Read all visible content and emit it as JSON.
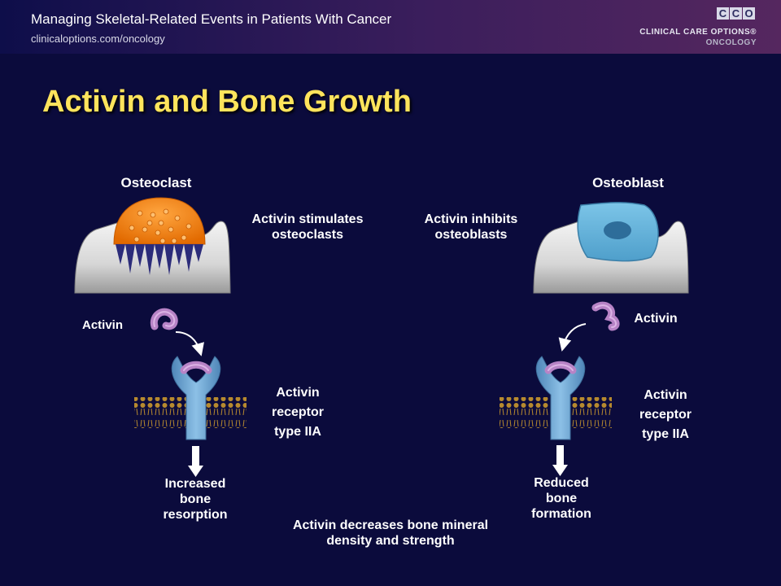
{
  "header": {
    "title": "Managing Skeletal-Related Events in Patients With Cancer",
    "url": "clinicaloptions.com/oncology",
    "logo_letters": [
      "C",
      "C",
      "O"
    ],
    "brand_line1": "CLINICAL CARE OPTIONS®",
    "brand_line2": "ONCOLOGY"
  },
  "slide": {
    "title": "Activin and Bone Growth"
  },
  "left": {
    "cell_label": "Osteoclast",
    "effect": "Activin stimulates\nosteoclasts",
    "activin_label": "Activin",
    "receptor_label": "Activin\nreceptor\ntype IIA",
    "outcome": "Increased\nbone\nresorption"
  },
  "right": {
    "cell_label": "Osteoblast",
    "effect": "Activin inhibits\nosteoblasts",
    "activin_label": "Activin",
    "receptor_label": "Activin\nreceptor\ntype IIA",
    "outcome": "Reduced\nbone\nformation"
  },
  "summary": "Activin decreases bone mineral\ndensity and strength",
  "colors": {
    "background": "#0b0b3c",
    "title": "#ffe45c",
    "osteoclast": "#f07d10",
    "osteoblast": "#6cb7dd",
    "receptor": "#6aa8d8",
    "activin": "#b783c6",
    "membrane": "#b78a2e"
  }
}
